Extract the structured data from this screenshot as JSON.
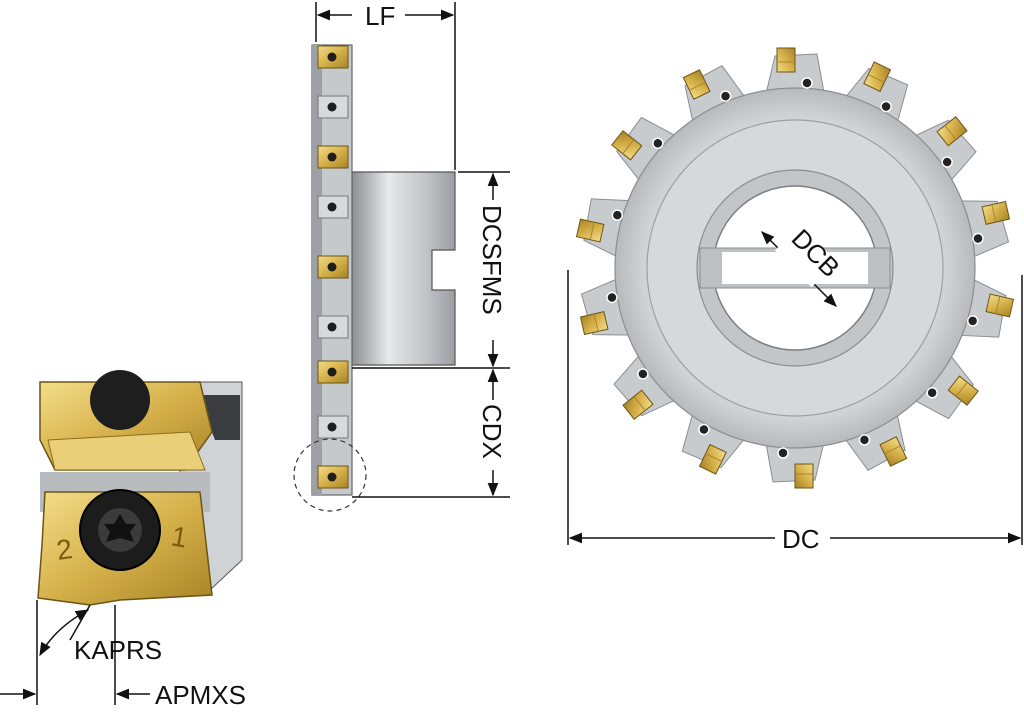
{
  "labels": {
    "lf": "LF",
    "dcsfms": "DCSFMS",
    "cdx": "CDX",
    "dcb": "DCB",
    "dc": "DC",
    "kaprs": "KAPRS",
    "apmxs": "APMXS"
  },
  "colors": {
    "insert_gold": "#d9b552",
    "insert_gold_dark": "#a98528",
    "body_gray": "#c9ccce",
    "body_gray_dark": "#8e9296",
    "line": "#111111"
  },
  "insert_count": 14,
  "icons": [
    "torx-screw-icon",
    "dashed-detail-circle-icon"
  ]
}
